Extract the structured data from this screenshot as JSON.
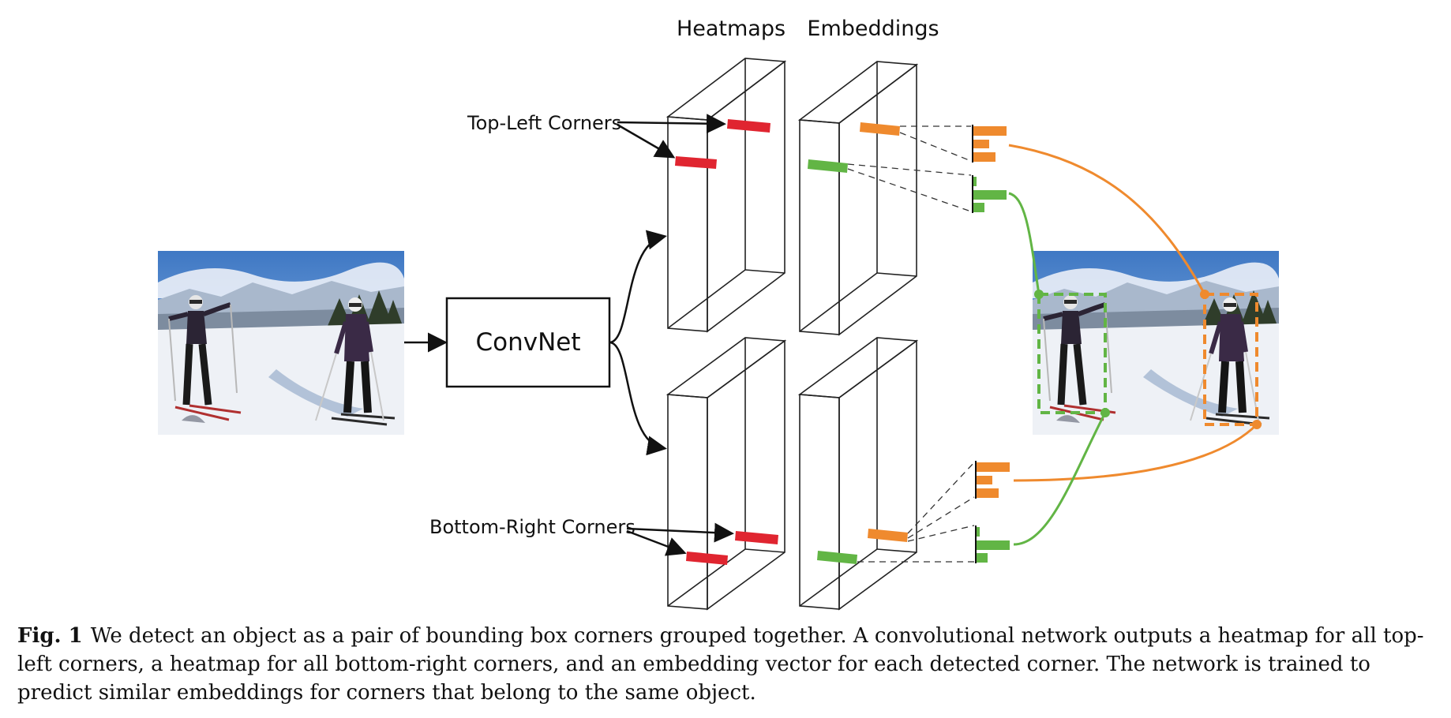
{
  "figure": {
    "headers": {
      "heatmaps": "Heatmaps",
      "embeddings": "Embeddings"
    },
    "convnet_label": "ConvNet",
    "annotations": {
      "top_left": "Top-Left Corners",
      "bottom_right": "Bottom-Right Corners"
    },
    "colors": {
      "heatmap_mark": "#e02530",
      "embed_orange": "#ef8a2e",
      "embed_green": "#62b545",
      "sky": "#6fa0d8",
      "snow": "#eef1f6"
    },
    "icons": [
      "ski-photo-input",
      "ski-photo-output",
      "arrow-icon"
    ]
  },
  "caption": {
    "label": "Fig. 1",
    "text": "We detect an object as a pair of bounding box corners grouped together. A convolutional network outputs a heatmap for all top-left corners, a heatmap for all bottom-right corners, and an embedding vector for each detected corner. The network is trained to predict similar embeddings for corners that belong to the same object."
  }
}
